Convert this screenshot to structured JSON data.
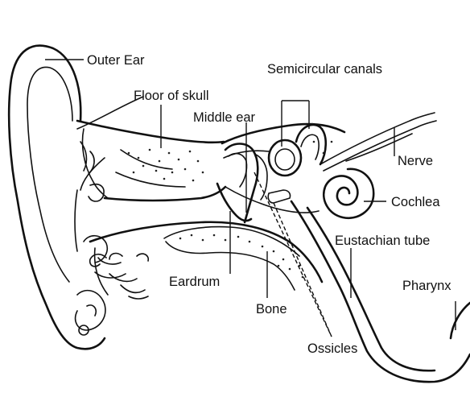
{
  "labels": {
    "outer_ear": "Outer Ear",
    "semicircular_canals": "Semicircular canals",
    "floor_of_skull": "Floor of skull",
    "middle_ear": "Middle ear",
    "nerve": "Nerve",
    "cochlea": "Cochlea",
    "eustachian_tube": "Eustachian tube",
    "pharynx": "Pharynx",
    "eardrum": "Eardrum",
    "bone": "Bone",
    "ossicles": "Ossicles"
  },
  "colors": {
    "line": "#111111",
    "background": "#ffffff"
  }
}
